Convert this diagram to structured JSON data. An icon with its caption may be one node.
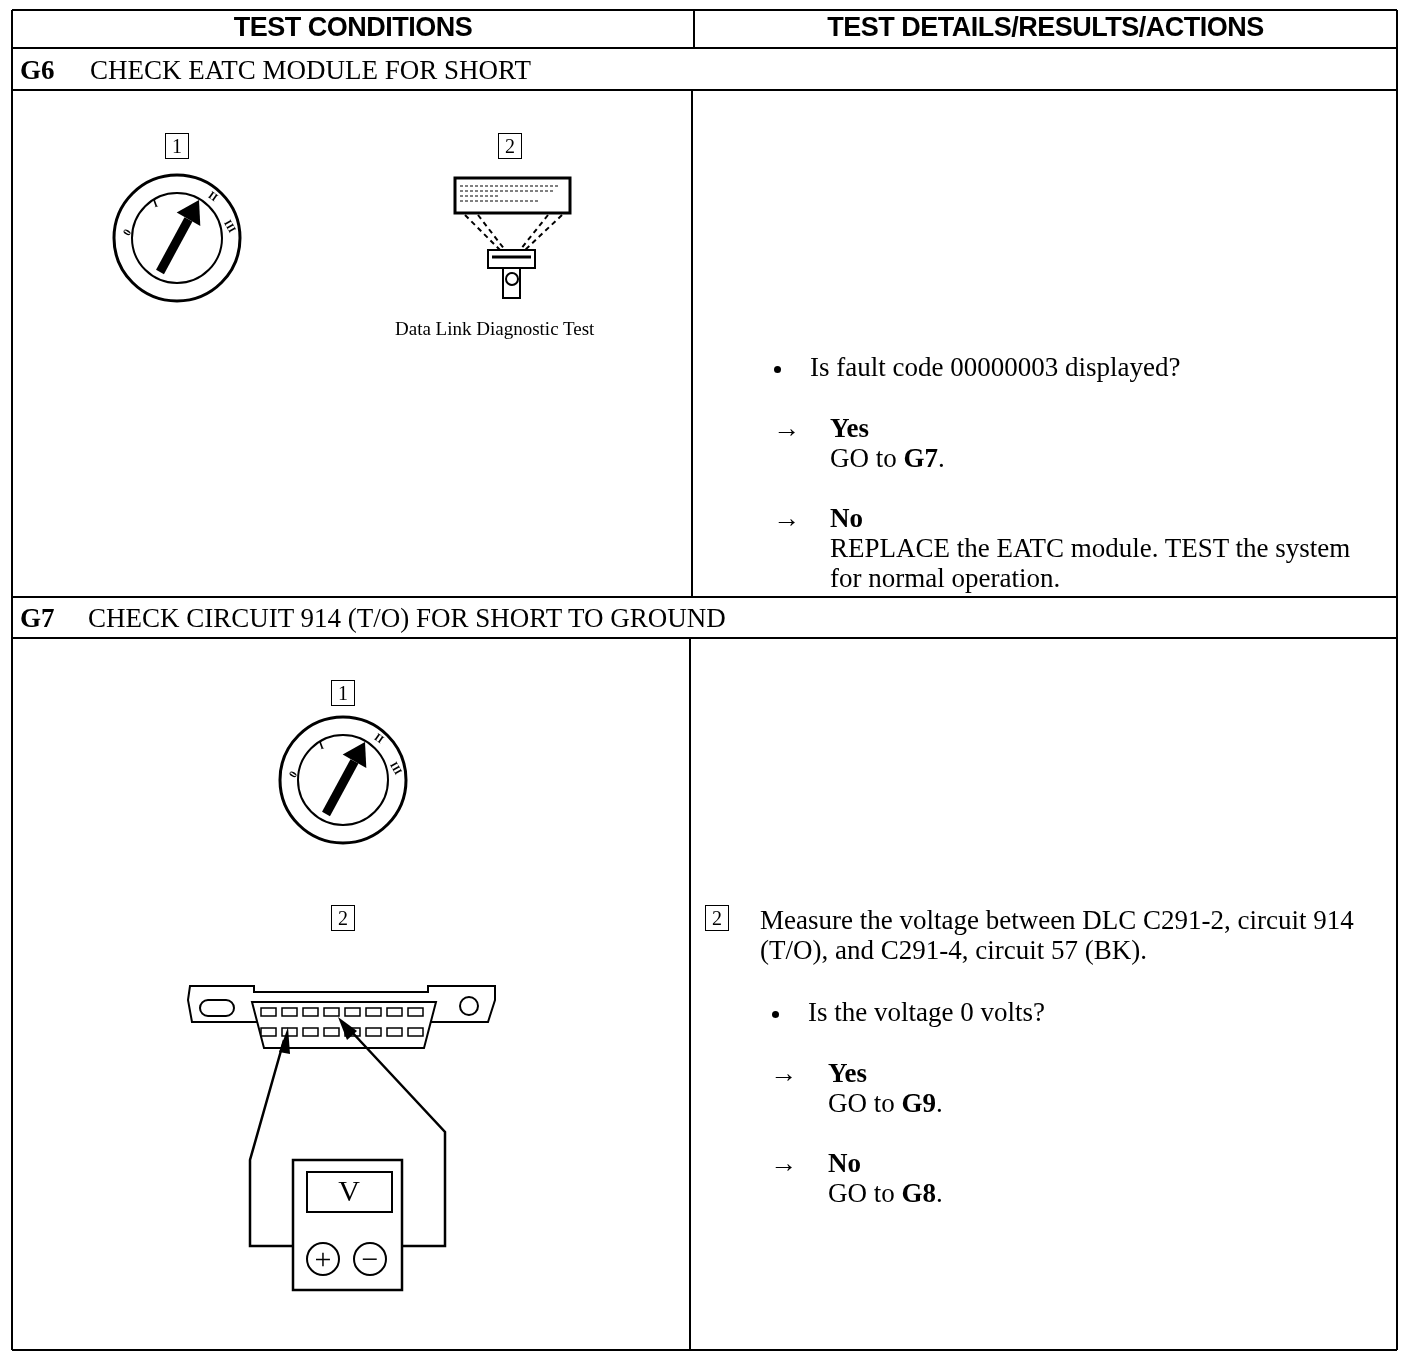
{
  "diagram": {
    "labels": [
      "TEST CONDITIONS",
      "TEST DETAILS/RESULTS/ACTIONS",
      "G6",
      "CHECK EATC MODULE FOR SHORT",
      "1",
      "0",
      "I",
      "II",
      "III",
      "2",
      "Data Link Diagnostic Test",
      "Is fault code 00000003 displayed?",
      "→",
      "Yes",
      "GO to **G7**.",
      "→",
      "No",
      "REPLACE the EATC module. TEST the system for normal operation.",
      "G7",
      "CHECK CIRCUIT 914 (T/O) FOR SHORT TO GROUND",
      "1",
      "0",
      "I",
      "II",
      "III",
      "2",
      "V",
      "+",
      "−",
      "2",
      "Measure the voltage between DLC C291-2, circuit 914 (T/O), and C291-4, circuit 57 (BK).",
      "Is the voltage 0 volts?",
      "→",
      "Yes",
      "GO to **G9**.",
      "→",
      "No",
      "GO to **G8**."
    ]
  }
}
